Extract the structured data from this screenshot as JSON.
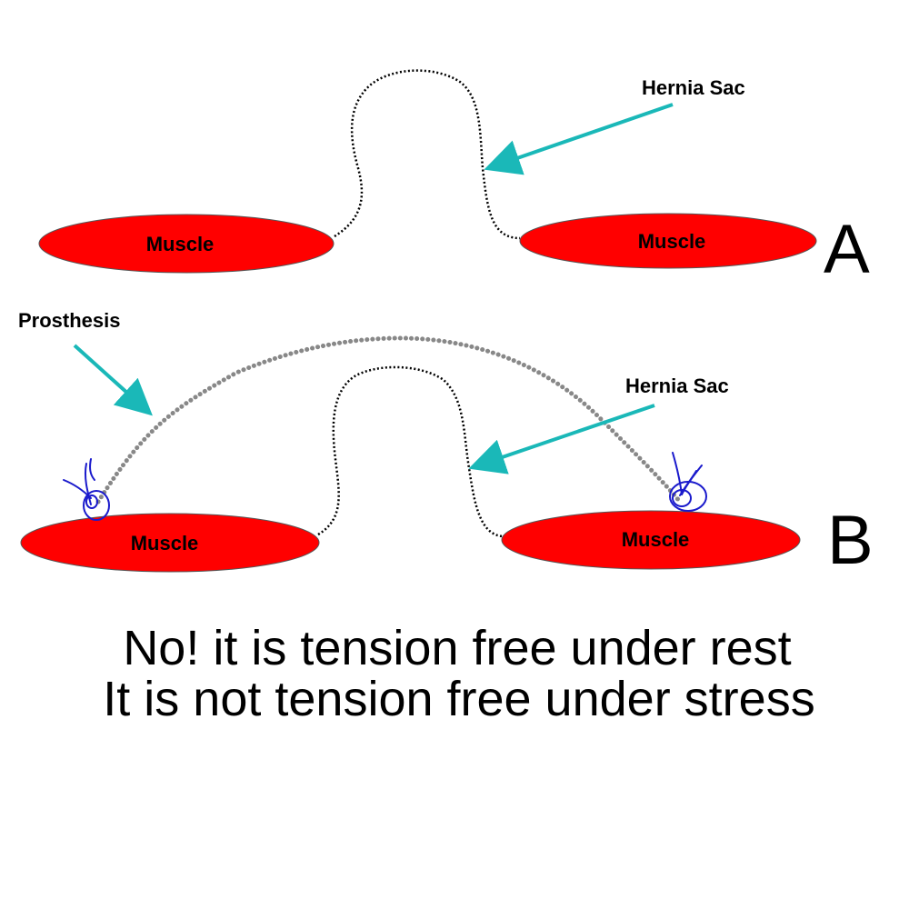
{
  "panel_a": {
    "letter": "A",
    "left_muscle_label": "Muscle",
    "right_muscle_label": "Muscle",
    "sac_label": "Hernia Sac"
  },
  "panel_b": {
    "letter": "B",
    "left_muscle_label": "Muscle",
    "right_muscle_label": "Muscle",
    "sac_label": "Hernia Sac",
    "prosthesis_label": "Prosthesis"
  },
  "caption": {
    "line1": "No! it is tension free under rest",
    "line2": "It is not tension free under stress"
  },
  "colors": {
    "muscle": "#ff0000",
    "arrow": "#1ab8b8",
    "sac_line": "#000000",
    "prosthesis_line": "#888888",
    "suture": "#1a1acc"
  }
}
